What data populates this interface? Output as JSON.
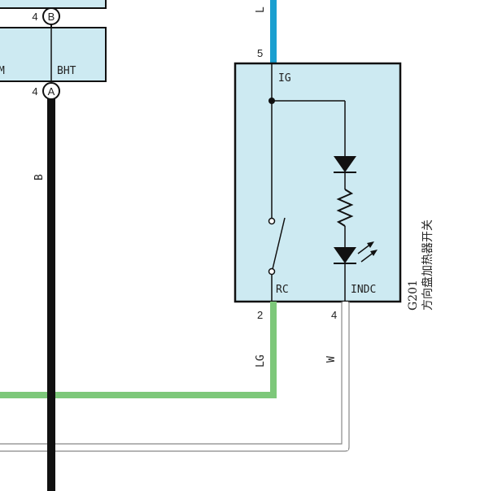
{
  "left_component": {
    "pin_bht": "BHT",
    "pin_partial": "M",
    "connector_b_label": "B",
    "connector_b_pin": "4",
    "connector_a_label": "A",
    "connector_a_pin": "4"
  },
  "wires": {
    "b_color": "B",
    "l_color": "L",
    "lg_color": "LG",
    "w_color": "W",
    "colors": {
      "black": "#111111",
      "blue": "#1a9fd0",
      "green": "#7dc87a",
      "white_wire": "#888888"
    }
  },
  "switch_component": {
    "code": "G201",
    "name": "方向盘加热器开关",
    "pin_ig": "IG",
    "pin_rc": "RC",
    "pin_indc": "INDC",
    "pin_ig_number": "5",
    "pin_rc_number": "2",
    "pin_indc_number": "4",
    "fill": "#cdeaf2"
  }
}
